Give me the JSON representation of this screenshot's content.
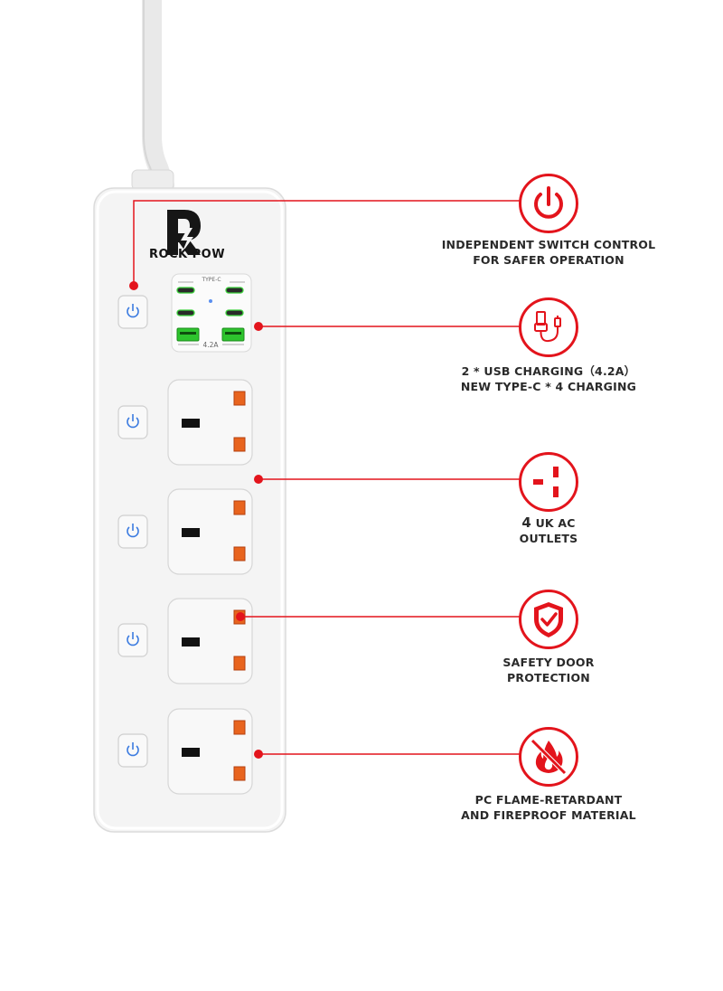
{
  "brand": {
    "logo_letter": "R",
    "name": "ROCK POW"
  },
  "usb_panel": {
    "typec_label": "TYPE-C",
    "usb_label": "4.2A"
  },
  "features": [
    {
      "icon": "power-icon",
      "line1": "INDEPENDENT SWITCH CONTROL",
      "line2": "FOR SAFER OPERATION"
    },
    {
      "icon": "usb-cable-icon",
      "line1": "2 * USB CHARGING（4.2A）",
      "line2": "NEW TYPE-C * 4 CHARGING"
    },
    {
      "icon": "uk-outlet-icon",
      "line1_num": "4",
      "line1_rest": " UK AC",
      "line2": "OUTLETS"
    },
    {
      "icon": "shield-check-icon",
      "line1": "SAFETY DOOR",
      "line2": "PROTECTION"
    },
    {
      "icon": "no-fire-icon",
      "line1": "PC FLAME-RETARDANT",
      "line2": "AND FIREPROOF MATERIAL"
    }
  ],
  "colors": {
    "accent": "#e3141c",
    "strip": "#f3f3f3",
    "switch_glow": "#3b7be0",
    "usb_green": "#3ad13a",
    "pin_orange": "#e8641e"
  }
}
